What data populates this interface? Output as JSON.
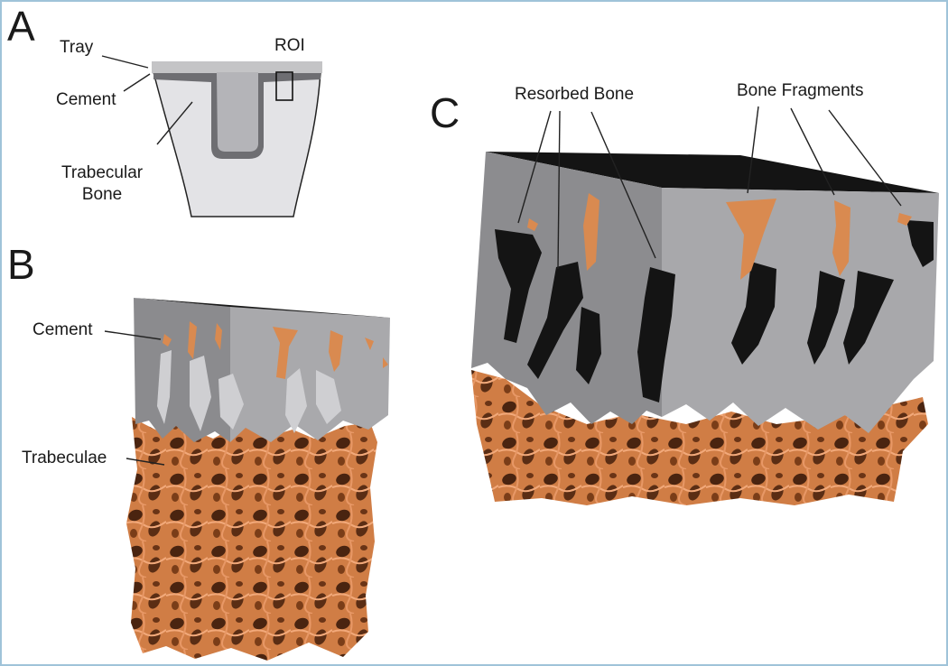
{
  "panels": {
    "a": "A",
    "b": "B",
    "c": "C"
  },
  "panel_a": {
    "tray": "Tray",
    "cement": "Cement",
    "trabecular_bone": "Trabecular\nBone",
    "roi": "ROI"
  },
  "panel_b": {
    "cement": "Cement",
    "trabeculae": "Trabeculae"
  },
  "panel_c": {
    "resorbed_bone": "Resorbed Bone",
    "bone_fragments": "Bone Fragments"
  },
  "colors": {
    "bone": "#d98a50",
    "cement": "#9a9a9a",
    "void": "#141414",
    "tray": "#c4c4c4",
    "trabecular_fill": "#e3e3e6"
  }
}
